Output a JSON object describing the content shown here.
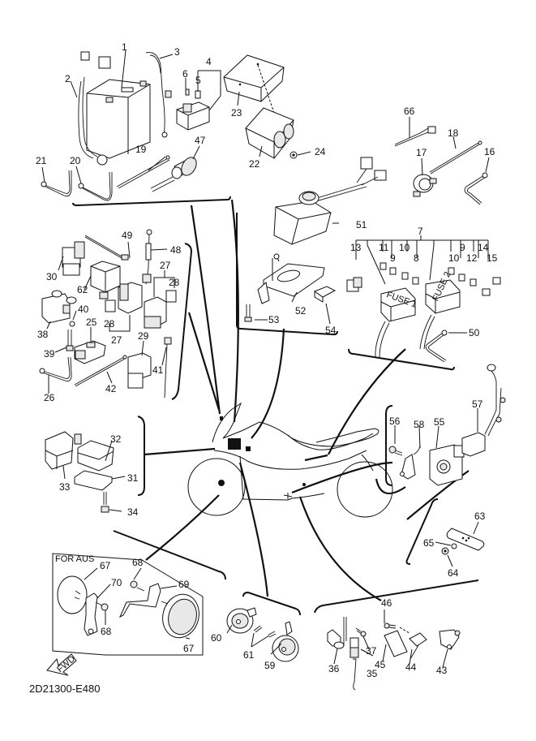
{
  "diagram": {
    "title": "Electrical parts exploded view",
    "drawing_code": "2D21300-E480",
    "note_for_aus": "FOR AUS",
    "fwd_label": "FWD",
    "fuse_labels": [
      "FUSE 1",
      "FUSE 2"
    ],
    "callouts": {
      "c1": "1",
      "c2": "2",
      "c3": "3",
      "c4": "4",
      "c5": "5",
      "c6": "6",
      "c7": "7",
      "c8": "8",
      "c9a": "9",
      "c9b": "9",
      "c10a": "10",
      "c10b": "10",
      "c11": "11",
      "c12": "12",
      "c13": "13",
      "c14": "14",
      "c15": "15",
      "c16": "16",
      "c17": "17",
      "c18": "18",
      "c19": "19",
      "c20": "20",
      "c21": "21",
      "c22": "22",
      "c23": "23",
      "c24": "24",
      "c25": "25",
      "c26": "26",
      "c27a": "27",
      "c27b": "27",
      "c28a": "28",
      "c28b": "28",
      "c29": "29",
      "c30": "30",
      "c31": "31",
      "c32": "32",
      "c33": "33",
      "c34": "34",
      "c35": "35",
      "c36": "36",
      "c37": "37",
      "c38": "38",
      "c39": "39",
      "c40": "40",
      "c41": "41",
      "c42": "42",
      "c43": "43",
      "c44": "44",
      "c45": "45",
      "c46": "46",
      "c47": "47",
      "c48": "48",
      "c49": "49",
      "c50": "50",
      "c51": "51",
      "c52": "52",
      "c53": "53",
      "c54": "54",
      "c55": "55",
      "c56": "56",
      "c57": "57",
      "c58": "58",
      "c59": "59",
      "c60": "60",
      "c61": "61",
      "c62": "62",
      "c63": "63",
      "c64": "64",
      "c65": "65",
      "c66": "66",
      "c67a": "67",
      "c67b": "67",
      "c68a": "68",
      "c68b": "68",
      "c69": "69",
      "c70": "70"
    }
  }
}
